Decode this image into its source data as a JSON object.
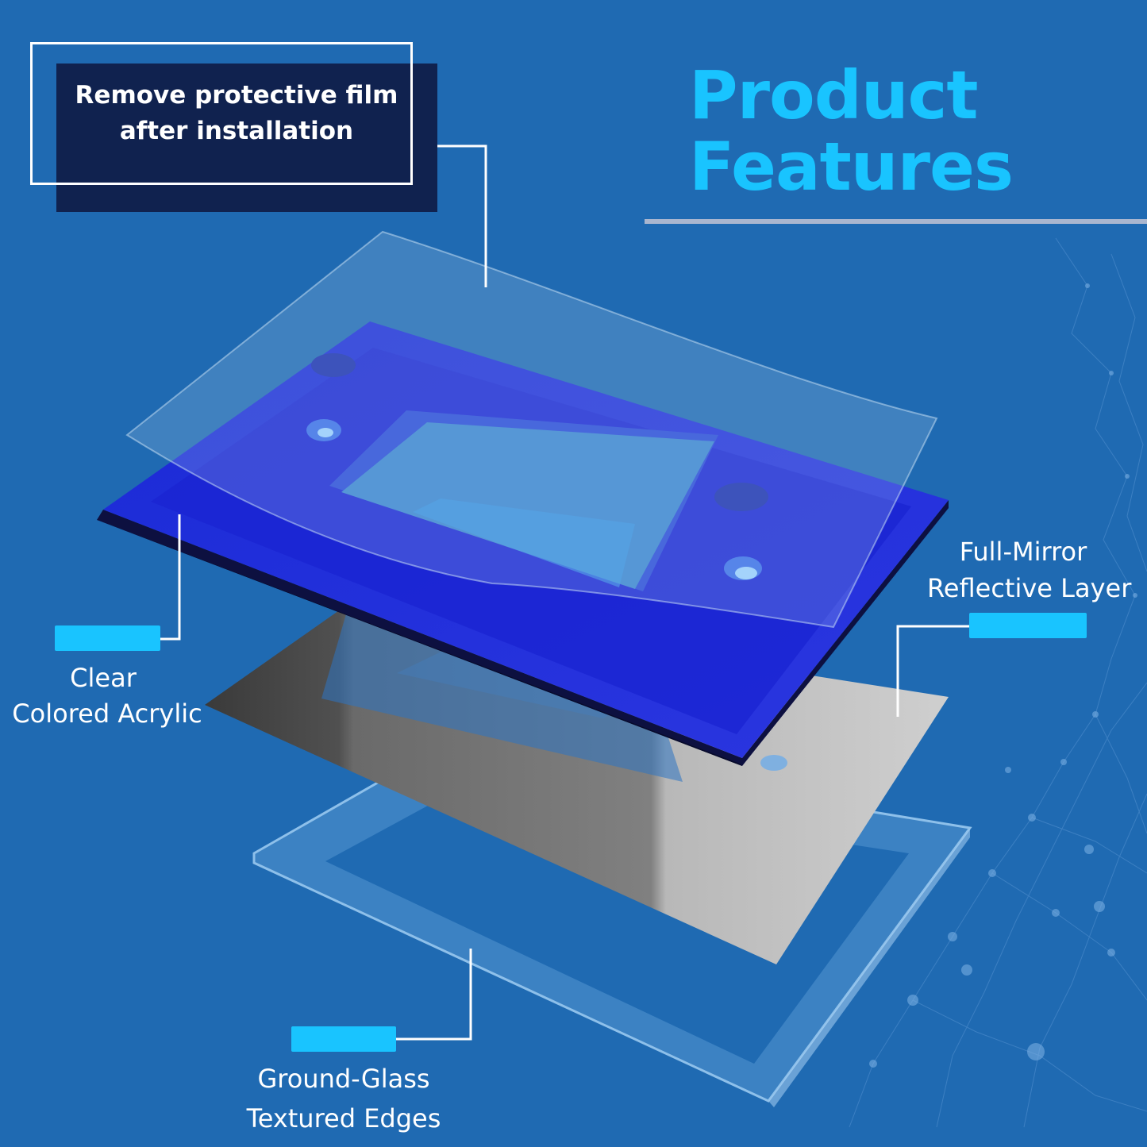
{
  "title": {
    "line1": "Product",
    "line2": "Features"
  },
  "film_note": {
    "line1": "Remove protective film",
    "line2": "after installation"
  },
  "callouts": {
    "acrylic": {
      "line1": "Clear",
      "line2": "Colored Acrylic"
    },
    "mirror": {
      "line1": "Full-Mirror",
      "line2": "Reflective Layer"
    },
    "edges": {
      "line1": "Ground-Glass",
      "line2": "Textured Edges"
    }
  },
  "colors": {
    "background": "#1f6ab2",
    "accent_cyan": "#19c4ff",
    "label_dark_navy": "#10224f",
    "acrylic_blue": "#2020d8",
    "mirror_gray": "#9a9a9a"
  }
}
